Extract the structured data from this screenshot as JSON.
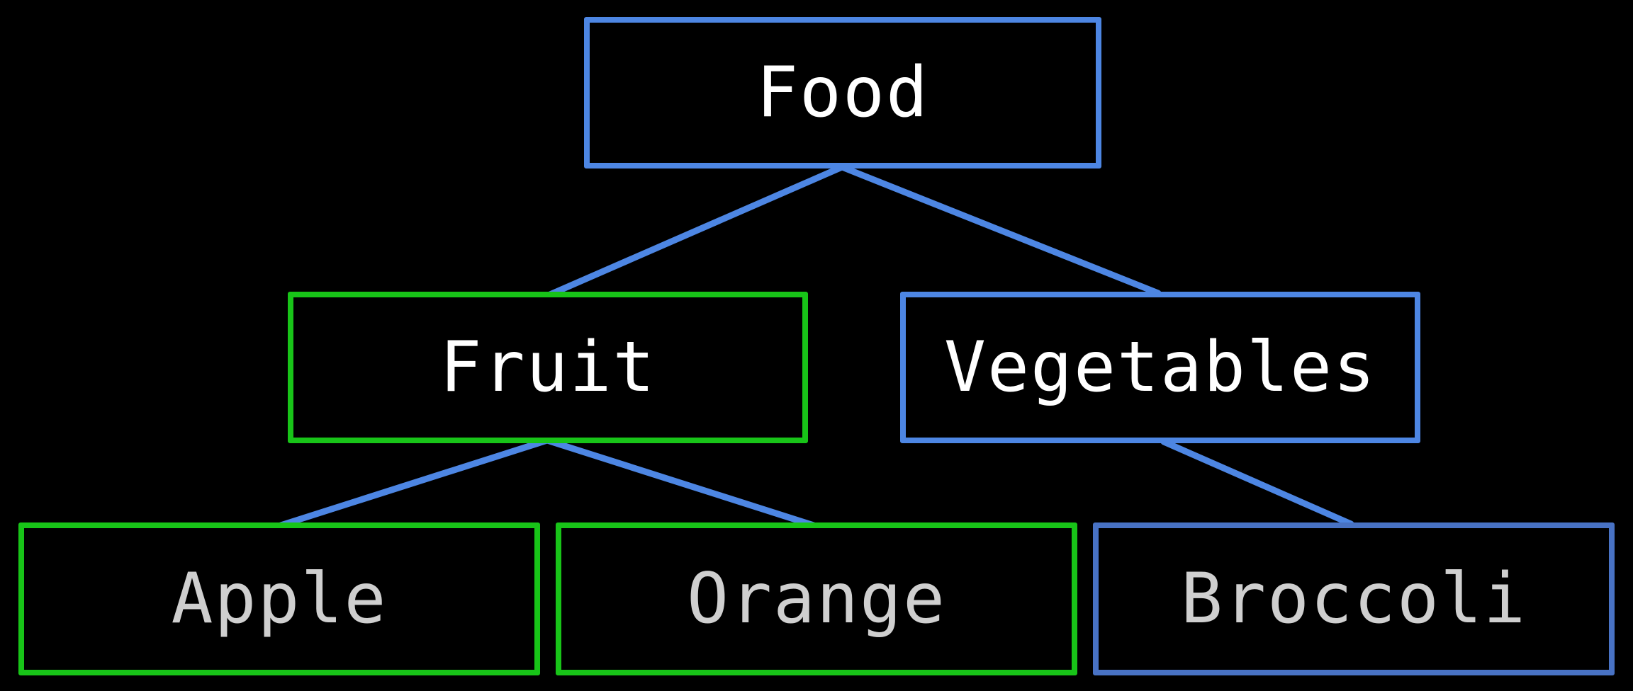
{
  "colors": {
    "background": "#000000",
    "blue": "#4d86e3",
    "blue_dark": "#4872c4",
    "green": "#18c418",
    "text_bright": "#ffffff",
    "text_dim": "#cfcfcf"
  },
  "nodes": {
    "food": {
      "label": "Food",
      "border_color": "#4d86e3"
    },
    "fruit": {
      "label": "Fruit",
      "border_color": "#18c418"
    },
    "vegetables": {
      "label": "Vegetables",
      "border_color": "#4d86e3"
    },
    "apple": {
      "label": "Apple",
      "border_color": "#18c418"
    },
    "orange": {
      "label": "Orange",
      "border_color": "#18c418"
    },
    "broccoli": {
      "label": "Broccoli",
      "border_color": "#4872c4"
    }
  },
  "edges": [
    {
      "from": "food",
      "to": "fruit",
      "color": "#4d86e3"
    },
    {
      "from": "food",
      "to": "vegetables",
      "color": "#4d86e3"
    },
    {
      "from": "fruit",
      "to": "apple",
      "color": "#4d86e3"
    },
    {
      "from": "fruit",
      "to": "orange",
      "color": "#4d86e3"
    },
    {
      "from": "vegetables",
      "to": "broccoli",
      "color": "#4d86e3"
    }
  ]
}
